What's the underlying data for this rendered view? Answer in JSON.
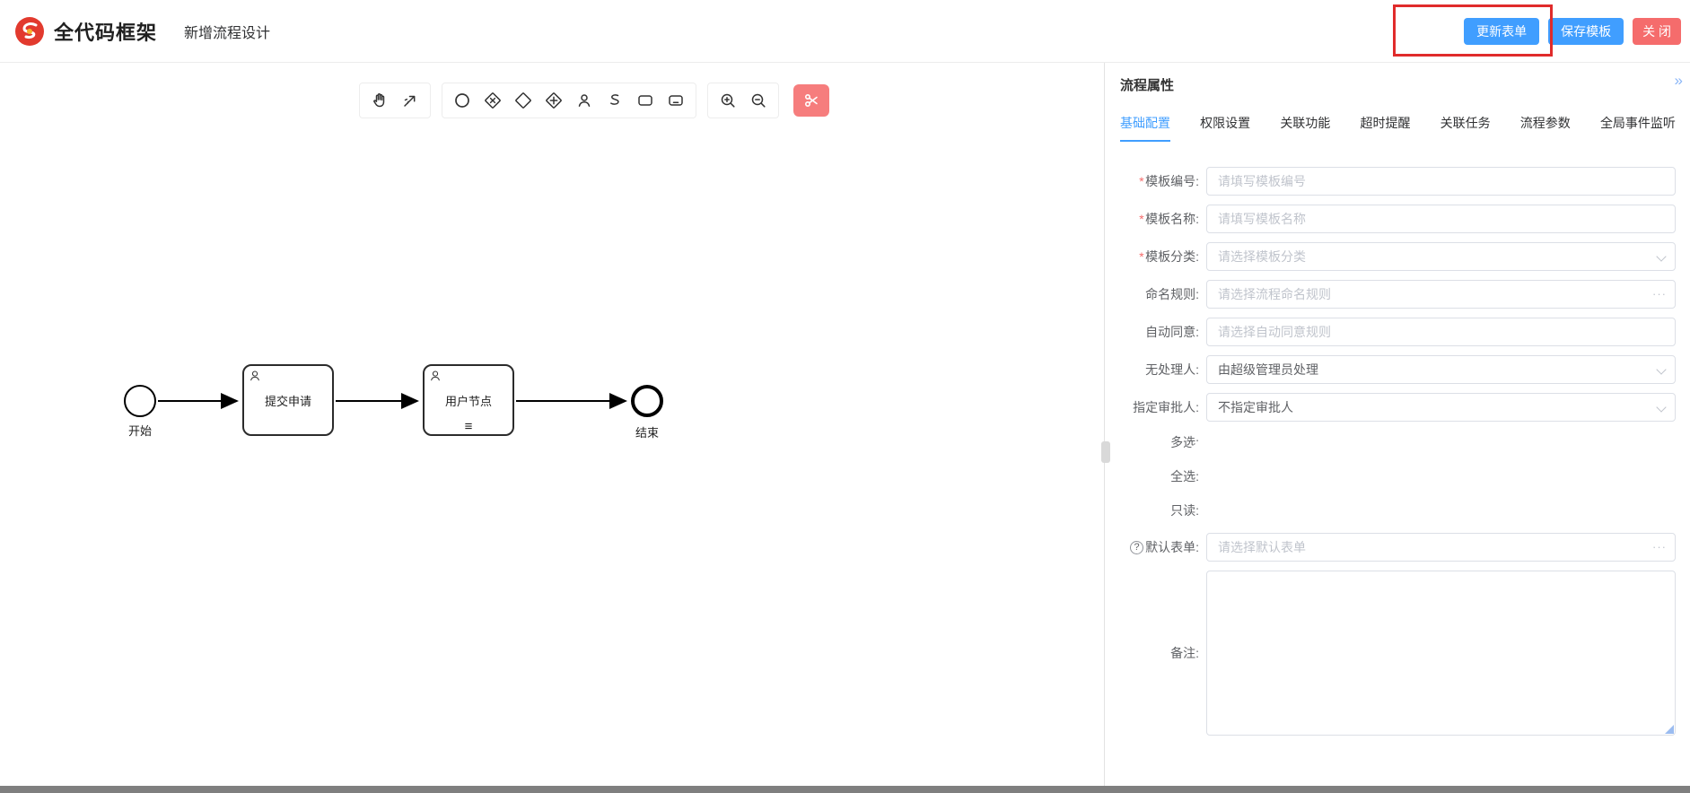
{
  "header": {
    "brand": "全代码框架",
    "page_title": "新增流程设计",
    "update_form_button": "更新表单",
    "save_template_button": "保存模板",
    "close_button": "关 闭"
  },
  "canvas": {
    "toolbar_tools": [
      "hand-tool",
      "connect-tool",
      "start-event",
      "exclusive-gateway",
      "gateway",
      "parallel-gateway",
      "user-task",
      "script-task",
      "task",
      "subprocess",
      "zoom-in",
      "zoom-out",
      "clear"
    ],
    "diagram": {
      "start_label": "开始",
      "task1_label": "提交申请",
      "task2_label": "用户节点",
      "task2_marker": "≡",
      "end_label": "结束"
    }
  },
  "panel": {
    "title": "流程属性",
    "collapse_icon": "»",
    "tabs": [
      "基础配置",
      "权限设置",
      "关联功能",
      "超时提醒",
      "关联任务",
      "流程参数",
      "全局事件监听"
    ],
    "active_tab": "基础配置",
    "fields": {
      "template_code": {
        "required": "*",
        "label": "模板编号:",
        "placeholder": "请填写模板编号"
      },
      "template_name": {
        "required": "*",
        "label": "模板名称:",
        "placeholder": "请填写模板名称"
      },
      "template_category": {
        "required": "*",
        "label": "模板分类:",
        "placeholder": "请选择模板分类"
      },
      "naming_rule": {
        "label": "命名规则:",
        "placeholder": "请选择流程命名规则",
        "suffix": "···"
      },
      "auto_agree": {
        "label": "自动同意:",
        "placeholder": "请选择自动同意规则"
      },
      "no_handler": {
        "label": "无处理人:",
        "value": "由超级管理员处理"
      },
      "assigned_approver": {
        "label": "指定审批人:",
        "value": "不指定审批人"
      },
      "multi_select": {
        "label": "多选:",
        "state": "on"
      },
      "select_all": {
        "label": "全选:",
        "state": "off"
      },
      "readonly": {
        "label": "只读:",
        "state": "off"
      },
      "default_form": {
        "label": "默认表单:",
        "help_icon": "?",
        "placeholder": "请选择默认表单",
        "suffix": "···"
      },
      "remark": {
        "label": "备注:",
        "value": ""
      }
    }
  },
  "colors": {
    "primary": "#409eff",
    "danger": "#f56c6c",
    "annotation_red": "#e02b2b",
    "placeholder_gray": "#c0c4cc",
    "toolbar_clear_bg": "#f67d7d"
  }
}
